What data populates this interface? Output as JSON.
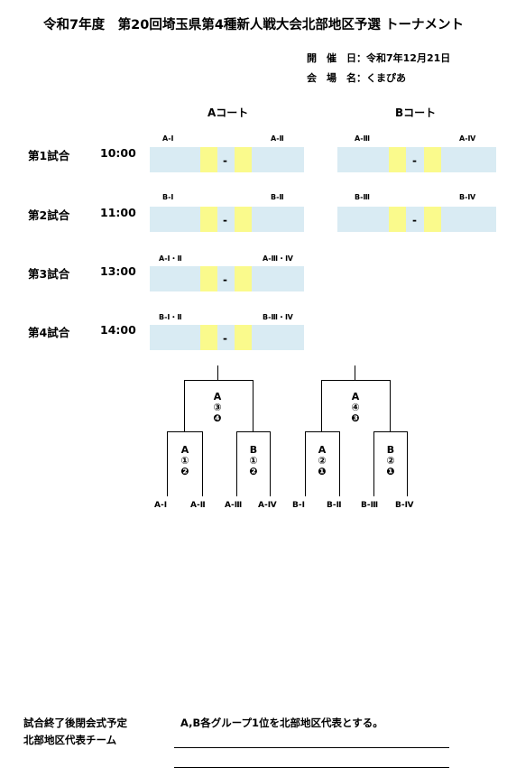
{
  "title": "令和7年度　第20回埼玉県第4種新人戦大会北部地区予選 トーナメント",
  "info": {
    "date_label": "開　催　日：",
    "date_value": "令和7年12月21日",
    "venue_label": "会　場　名：",
    "venue_value": "くまぴあ"
  },
  "courts": {
    "a": "Aコート",
    "b": "Bコート"
  },
  "matches": [
    {
      "label": "第1試合",
      "time": "10:00",
      "a": {
        "left": "A-Ⅰ",
        "right": "A-Ⅱ"
      },
      "b": {
        "left": "A-Ⅲ",
        "right": "A-Ⅳ"
      }
    },
    {
      "label": "第2試合",
      "time": "11:00",
      "a": {
        "left": "B-Ⅰ",
        "right": "B-Ⅱ"
      },
      "b": {
        "left": "B-Ⅲ",
        "right": "B-Ⅳ"
      }
    },
    {
      "label": "第3試合",
      "time": "13:00",
      "a": {
        "left": "A-Ⅰ・Ⅱ",
        "right": "A-Ⅲ・Ⅳ"
      }
    },
    {
      "label": "第4試合",
      "time": "14:00",
      "a": {
        "left": "B-Ⅰ・Ⅱ",
        "right": "B-Ⅲ・Ⅳ"
      }
    }
  ],
  "dash": "-",
  "bracket": {
    "finals": [
      {
        "court": "A",
        "num": "③",
        "order": "❹"
      },
      {
        "court": "A",
        "num": "④",
        "order": "❸"
      }
    ],
    "semis": [
      {
        "court": "A",
        "num": "①",
        "order": "❷"
      },
      {
        "court": "B",
        "num": "①",
        "order": "❷"
      },
      {
        "court": "A",
        "num": "②",
        "order": "❶"
      },
      {
        "court": "B",
        "num": "②",
        "order": "❶"
      }
    ],
    "leaves": [
      "A-Ⅰ",
      "A-Ⅱ",
      "A-Ⅲ",
      "A-Ⅳ",
      "B-Ⅰ",
      "B-Ⅱ",
      "B-Ⅲ",
      "B-Ⅳ"
    ]
  },
  "footer": {
    "closing": "試合終了後閉会式予定",
    "note": "A,B各グループ1位を北部地区代表とする。",
    "rep": "北部地区代表チーム"
  },
  "colors": {
    "score_bg": "#d9ebf3",
    "score_cell": "#fafa8c"
  }
}
